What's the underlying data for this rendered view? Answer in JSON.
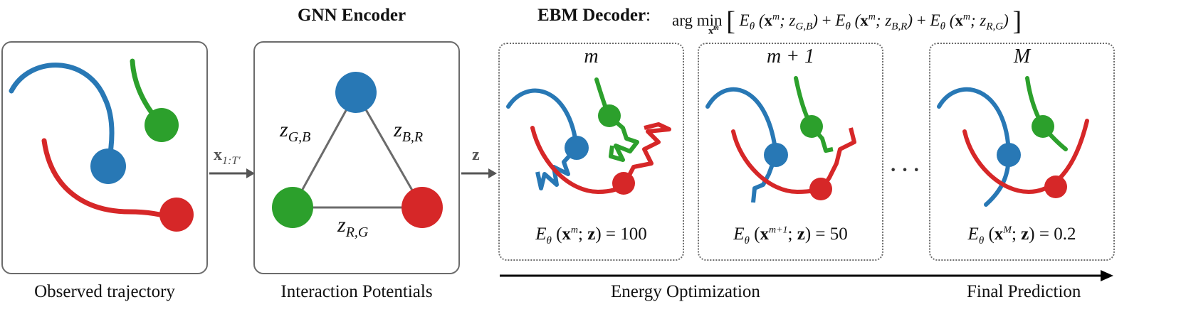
{
  "header": {
    "gnn_encoder": "GNN Encoder",
    "ebm_decoder": "EBM Decoder",
    "ebm_formula_prefix": "arg min",
    "ebm_formula_sub": "x",
    "ebm_formula_terms": [
      "E",
      "E",
      "E"
    ],
    "ebm_formula_z": [
      "z",
      "z",
      "z"
    ],
    "ebm_formula_z_subs": [
      "G,B",
      "B,R",
      "R,G"
    ]
  },
  "panels": {
    "observed": {
      "caption": "Observed trajectory"
    },
    "interaction": {
      "caption": "Interaction Potentials",
      "edge_labels": [
        {
          "main": "z",
          "sub": "G,B"
        },
        {
          "main": "z",
          "sub": "B,R"
        },
        {
          "main": "z",
          "sub": "R,G"
        }
      ]
    },
    "optimization": {
      "caption": "Energy Optimization",
      "steps": [
        {
          "label": "m",
          "energy_value": "100",
          "superscript": "m"
        },
        {
          "label": "m + 1",
          "energy_value": "50",
          "superscript": "m+1"
        },
        {
          "label": "M",
          "energy_value": "0.2",
          "superscript": "M"
        }
      ],
      "ellipsis": "· · ·"
    },
    "final": {
      "caption": "Final Prediction"
    }
  },
  "arrows": {
    "x_label": "x",
    "x_sub": "1:T′",
    "z_label": "z"
  },
  "colors": {
    "blue": "#2878b5",
    "green": "#2ca02c",
    "red": "#d62728",
    "border": "#6b6b6b",
    "arrow": "#555555"
  }
}
